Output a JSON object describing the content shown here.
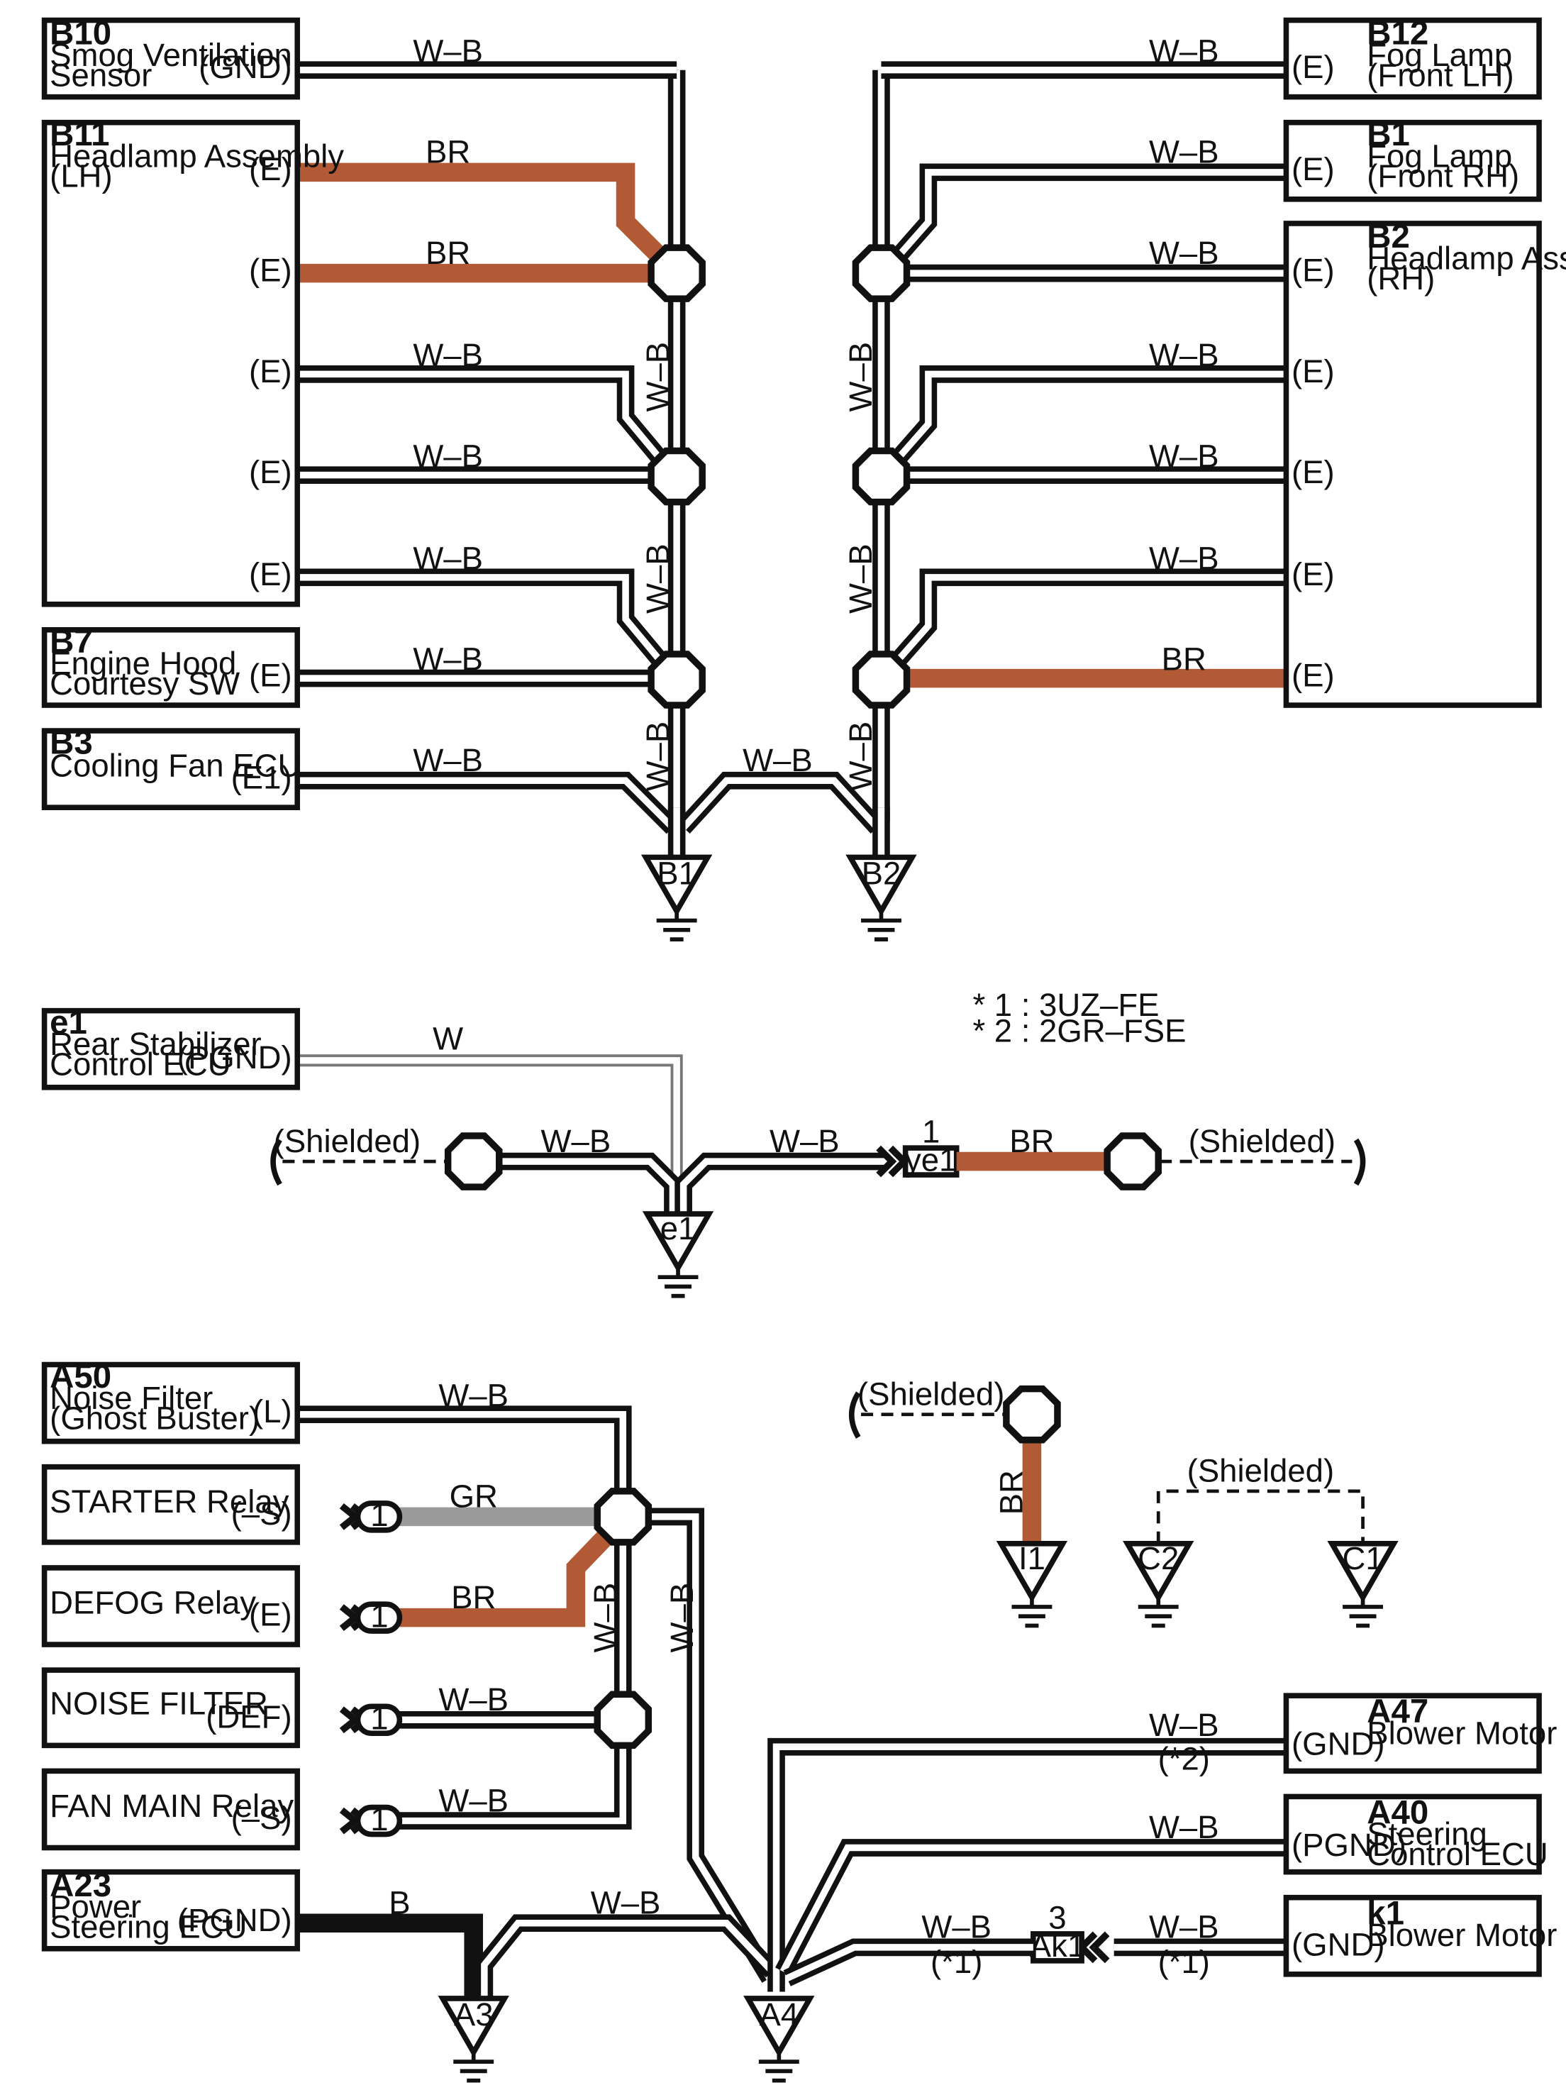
{
  "notes": [
    "* 1 : 3UZ–FE",
    "* 2 : 2GR–FSE"
  ],
  "components": {
    "b10": {
      "id": "B10",
      "name": [
        "Smog Ventilation",
        "Sensor"
      ],
      "pin": "(GND)"
    },
    "b11": {
      "id": "B11",
      "name": [
        "Headlamp Assembly",
        "(LH)"
      ],
      "pins": [
        "(E)",
        "(E)",
        "(E)",
        "(E)",
        "(E)"
      ]
    },
    "b7": {
      "id": "B7",
      "name": [
        "Engine Hood",
        "Courtesy SW"
      ],
      "pin": "(E)"
    },
    "b3": {
      "id": "B3",
      "name": [
        "Cooling Fan ECU"
      ],
      "pin": "(E1)"
    },
    "b12": {
      "id": "B12",
      "name": [
        "Fog Lamp",
        "(Front LH)"
      ],
      "pin": "(E)"
    },
    "b1": {
      "id": "B1",
      "name": [
        "Fog Lamp",
        "(Front RH)"
      ],
      "pin": "(E)"
    },
    "b2": {
      "id": "B2",
      "name": [
        "Headlamp Assembly",
        "(RH)"
      ],
      "pins": [
        "(E)",
        "(E)",
        "(E)",
        "(E)",
        "(E)"
      ]
    },
    "e1": {
      "id": "e1",
      "name": [
        "Rear Stabilizer",
        "Control ECU"
      ],
      "pin": "(PGND)"
    },
    "a50": {
      "id": "A50",
      "name": [
        "Noise Filter",
        "(Ghost Buster)"
      ],
      "pin": "(L)"
    },
    "starter": {
      "id": "",
      "name": [
        "STARTER Relay"
      ],
      "pin": "(–S)"
    },
    "defog": {
      "id": "",
      "name": [
        "DEFOG Relay"
      ],
      "pin": "(E)"
    },
    "noise": {
      "id": "",
      "name": [
        "NOISE FILTER"
      ],
      "pin": "(DEF)"
    },
    "fanmain": {
      "id": "",
      "name": [
        "FAN MAIN Relay"
      ],
      "pin": "(–S)"
    },
    "a23": {
      "id": "A23",
      "name": [
        "Power",
        "Steering ECU"
      ],
      "pin": "(PGND)"
    },
    "a47": {
      "id": "A47",
      "name": [
        "Blower Motor"
      ],
      "pin": "(GND)"
    },
    "a40": {
      "id": "A40",
      "name": [
        "Steering",
        "Control ECU"
      ],
      "pin": "(PGND)"
    },
    "k1": {
      "id": "k1",
      "name": [
        "Blower Motor"
      ],
      "pin": "(GND)"
    }
  },
  "grounds": {
    "b1": "B1",
    "b2": "B2",
    "e1": "e1",
    "a3": "A3",
    "a4": "A4",
    "i1": "I1",
    "c2": "C2",
    "c1": "C1"
  },
  "wires": {
    "wb": "W–B",
    "br": "BR",
    "w": "W",
    "gr": "GR",
    "b": "B"
  },
  "connectors": {
    "ye1": "ye1",
    "ye1_pin": "1",
    "ak1": "Ak1",
    "ak1_pin": "3",
    "inline_pin": "1"
  },
  "labels": {
    "shielded": "(Shielded)",
    "note1": "(*1)",
    "note2": "(*2)"
  },
  "colors": {
    "br": "#b15a35",
    "gr": "#9a9a9a",
    "b": "#111111",
    "wb": "#111111"
  }
}
